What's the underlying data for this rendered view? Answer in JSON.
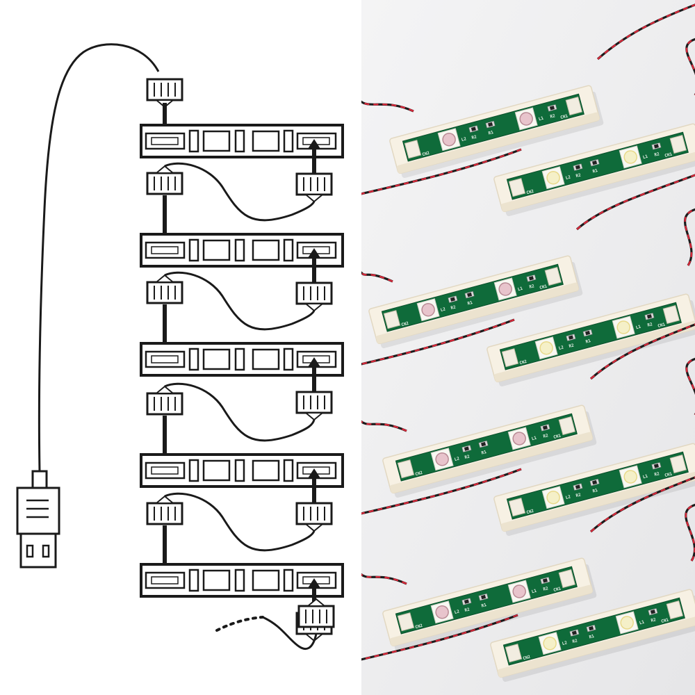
{
  "colors": {
    "ink": "#1a1a1a",
    "background": "#ffffff",
    "photo_background": "#efeff0",
    "pcb": "#0f6b3a",
    "pcb_dark": "#0a4f2a",
    "housing": "#f7f1e4",
    "wire_red": "#d8283a",
    "wire_black": "#1c1c1c",
    "led_warm": "#f5f0c8",
    "led_pink": "#e8c4cc",
    "connector": "#f2ede1"
  },
  "diagram": {
    "strip_count": 5,
    "plug": "usb-plug-icon",
    "connector": "jst-connector-icon",
    "continuation": "dotted-cable-end"
  },
  "photo": {
    "module_count": 8,
    "silkscreen": {
      "cn1": "CN1",
      "cn2": "CN2",
      "r1": "R1",
      "r2": "R2",
      "l1": "L1",
      "l2": "L2"
    }
  }
}
